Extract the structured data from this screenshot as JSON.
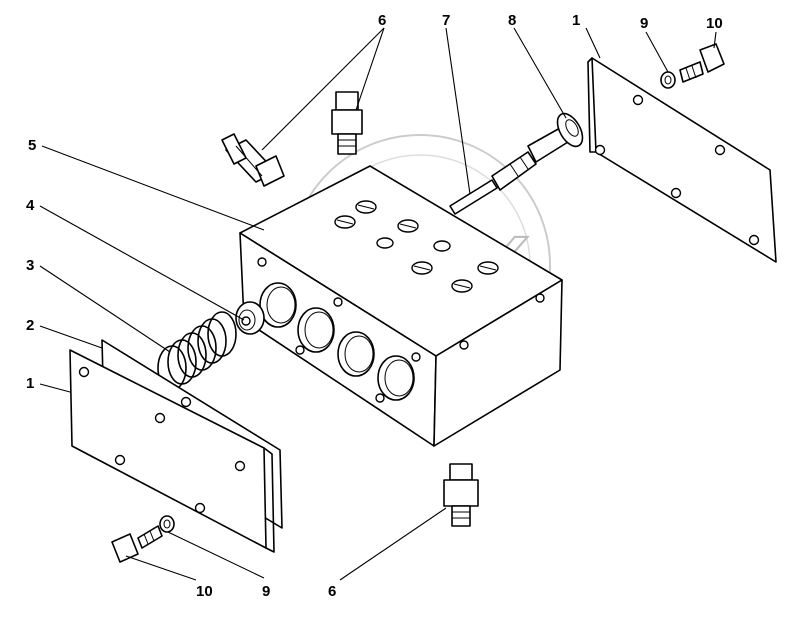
{
  "watermark": {
    "text": "OPEX"
  },
  "callouts": {
    "c1_top": "1",
    "c1_left": "1",
    "c2": "2",
    "c3": "3",
    "c4": "4",
    "c5": "5",
    "c6_top": "6",
    "c6_bottom": "6",
    "c7": "7",
    "c8": "8",
    "c9_top": "9",
    "c9_bottom": "9",
    "c10_top": "10",
    "c10_bottom": "10"
  },
  "colors": {
    "line": "#000000",
    "paper": "#ffffff",
    "watermark": "#bbbbbb"
  }
}
